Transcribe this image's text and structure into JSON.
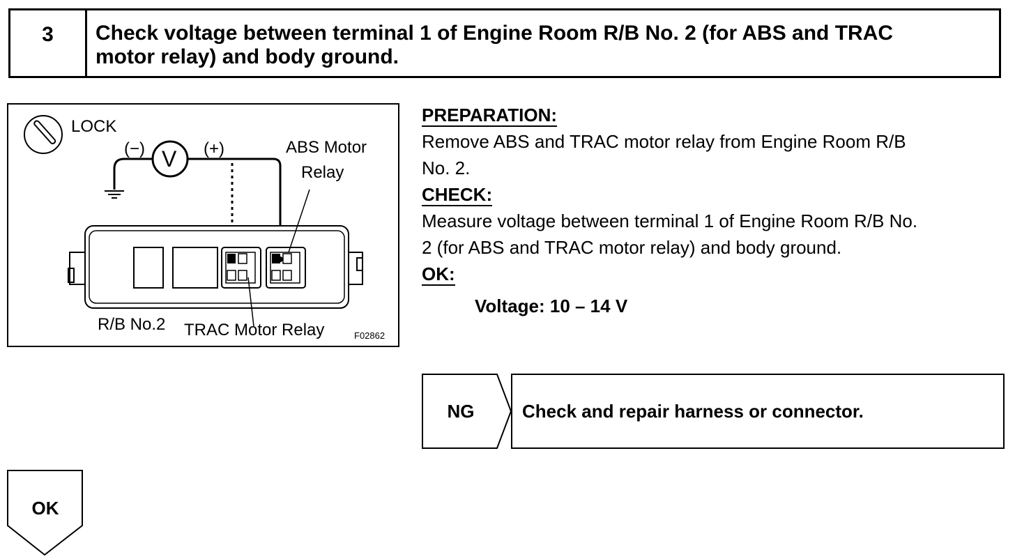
{
  "step": {
    "number": "3",
    "title_line1": "Check voltage between terminal 1 of Engine Room R/B No. 2 (for ABS and TRAC",
    "title_line2": "motor relay) and body ground."
  },
  "figure": {
    "lock_label": "LOCK",
    "minus_label": "(−)",
    "plus_label": "(+)",
    "meter_symbol": "V",
    "abs_label_line1": "ABS Motor",
    "abs_label_line2": "Relay",
    "rb_label": "R/B No.2",
    "trac_label": "TRAC Motor Relay",
    "figure_code": "F02862"
  },
  "preparation": {
    "heading": "PREPARATION:",
    "line1": "Remove ABS and TRAC motor relay from Engine Room R/B",
    "line2": "No. 2."
  },
  "check": {
    "heading": "CHECK:",
    "line1": "Measure voltage between terminal 1 of Engine Room R/B No.",
    "line2": "2 (for ABS and TRAC motor relay) and body ground."
  },
  "ok_spec": {
    "heading": "OK:",
    "value": "Voltage: 10 – 14 V"
  },
  "result_ng": {
    "label": "NG",
    "action": "Check and repair harness or connector."
  },
  "result_ok": {
    "label": "OK"
  }
}
